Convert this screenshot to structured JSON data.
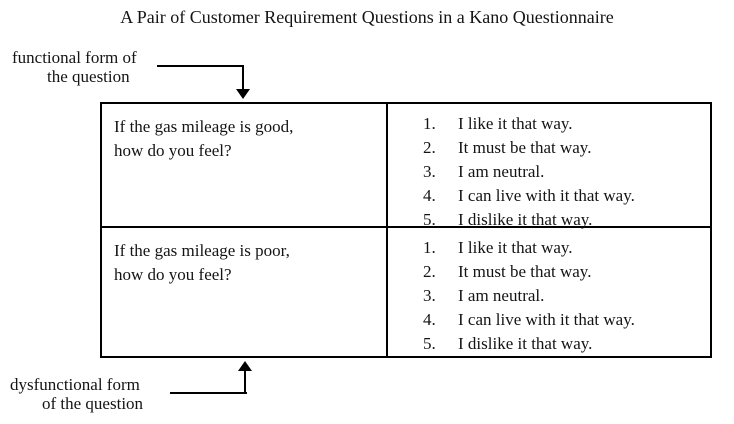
{
  "title": "A Pair of Customer Requirement Questions in a Kano Questionnaire",
  "labels": {
    "functional": {
      "line1": "functional form of",
      "line2": "the question"
    },
    "dysfunctional": {
      "line1": "dysfunctional form",
      "line2": "of the question"
    }
  },
  "table": {
    "rows": [
      {
        "question_line1": "If the gas mileage is good,",
        "question_line2": "how do you feel?",
        "options": [
          {
            "num": "1.",
            "text": "I like it that way."
          },
          {
            "num": "2.",
            "text": "It must be that way."
          },
          {
            "num": "3.",
            "text": "I am neutral."
          },
          {
            "num": "4.",
            "text": "I can live with it that way."
          },
          {
            "num": "5.",
            "text": "I dislike it that way."
          }
        ]
      },
      {
        "question_line1": "If the gas mileage is poor,",
        "question_line2": "how do you feel?",
        "options": [
          {
            "num": "1.",
            "text": "I like it that way."
          },
          {
            "num": "2.",
            "text": "It must be that way."
          },
          {
            "num": "3.",
            "text": "I am neutral."
          },
          {
            "num": "4.",
            "text": "I can live with it that way."
          },
          {
            "num": "5.",
            "text": "I dislike it that way."
          }
        ]
      }
    ]
  },
  "colors": {
    "text": "#141414",
    "border": "#000000",
    "background": "#ffffff"
  }
}
